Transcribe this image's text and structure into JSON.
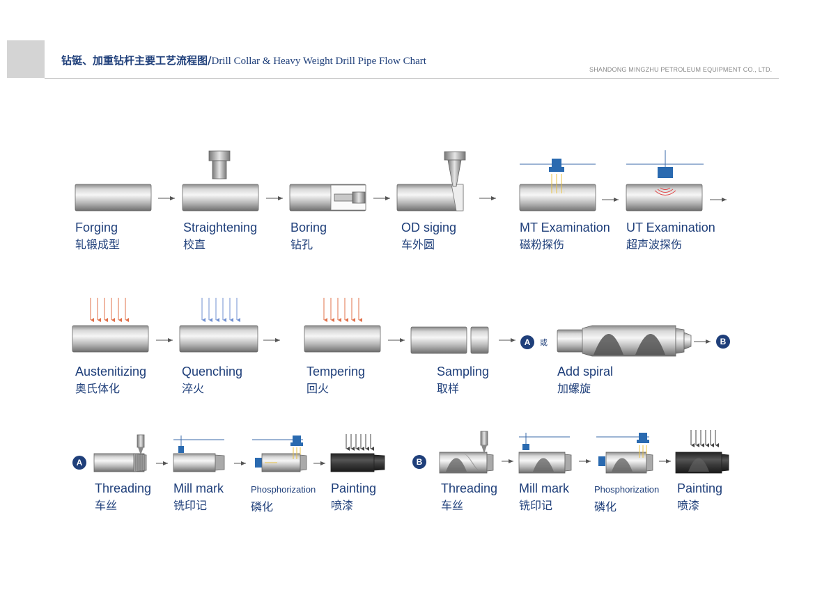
{
  "header": {
    "title_cn": "钻铤、加重钻杆主要工艺流程图/",
    "title_en": "Drill Collar & Heavy Weight Drill Pipe Flow Chart",
    "company": "SHANDONG MINGZHU PETROLEUM EQUIPMENT CO., LTD."
  },
  "row1": [
    {
      "en": "Forging",
      "cn": "轧锻成型"
    },
    {
      "en": "Straightening",
      "cn": "校直"
    },
    {
      "en": "Boring",
      "cn": "钻孔"
    },
    {
      "en": "OD siging",
      "cn": "车外圆"
    },
    {
      "en": "MT Examination",
      "cn": "磁粉探伤"
    },
    {
      "en": "UT Examination",
      "cn": "超声波探伤"
    }
  ],
  "row2": [
    {
      "en": "Austenitizing",
      "cn": "奥氏体化"
    },
    {
      "en": "Quenching",
      "cn": "淬火"
    },
    {
      "en": "Tempering",
      "cn": "回火"
    },
    {
      "en": "Sampling",
      "cn": "取样"
    },
    {
      "en": "Add spiral",
      "cn": "加螺旋"
    }
  ],
  "row2_connector": {
    "a": "A",
    "or": "或",
    "b": "B"
  },
  "row3a": {
    "badge": "A",
    "steps": [
      {
        "en": "Threading",
        "cn": "车丝"
      },
      {
        "en": "Mill mark",
        "cn": "铣印记"
      },
      {
        "en": "Phosphorization",
        "cn": "磷化"
      },
      {
        "en": "Painting",
        "cn": "喷漆"
      }
    ]
  },
  "row3b": {
    "badge": "B",
    "steps": [
      {
        "en": "Threading",
        "cn": "车丝"
      },
      {
        "en": "Mill mark",
        "cn": "铣印记"
      },
      {
        "en": "Phosphorization",
        "cn": "磷化"
      },
      {
        "en": "Painting",
        "cn": "喷漆"
      }
    ]
  },
  "colors": {
    "text": "#1f3f7a",
    "badge": "#1f3f7a",
    "tool": "#2a6ab0",
    "heat": "#e0704a",
    "cool": "#6f8fd0",
    "pipe_dark": "#3a3a3a"
  }
}
